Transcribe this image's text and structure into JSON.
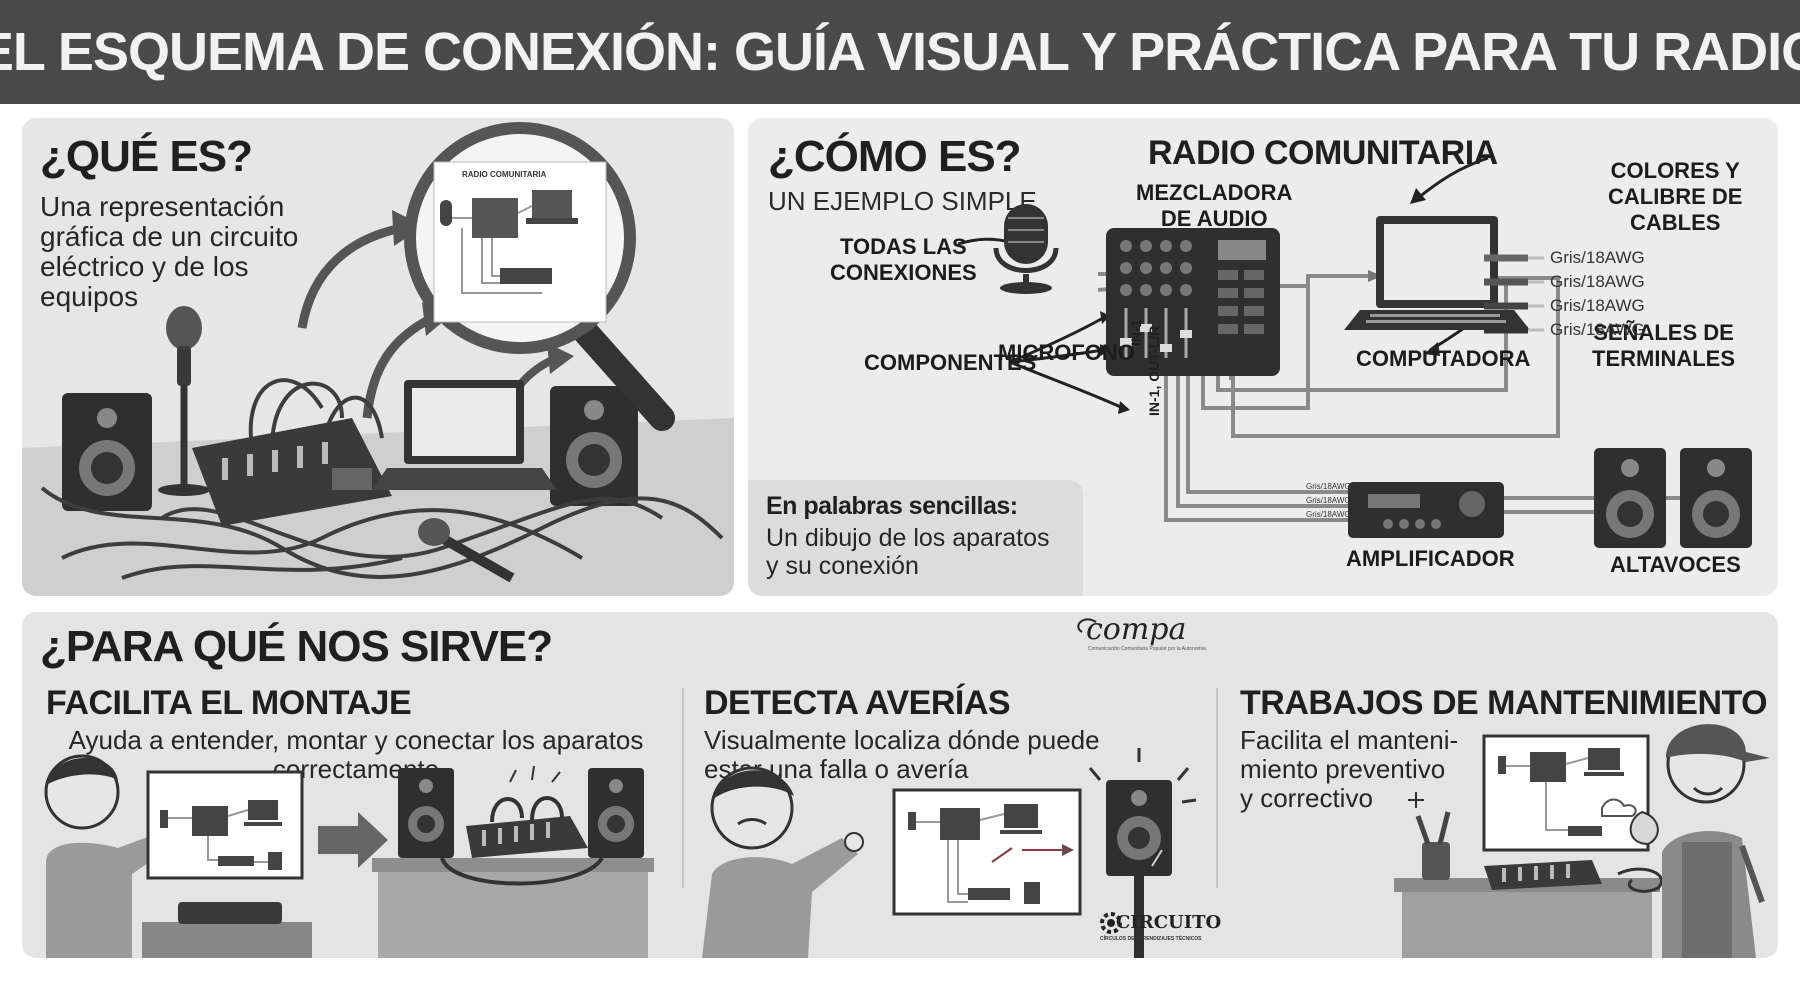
{
  "title": "EL ESQUEMA DE CONEXIÓN: GUÍA VISUAL Y PRÁCTICA PARA TU RADIO",
  "que_es": {
    "heading": "¿QUÉ ES?",
    "text": "Una representación gráfica de un circuito eléctrico y de los equipos",
    "magnifier_label": "RADIO COMUNITARIA"
  },
  "como_es": {
    "heading": "¿CÓMO ES?",
    "subheading": "UN EJEMPLO SIMPLE",
    "diagram_title": "RADIO COMUNITARIA",
    "labels": {
      "todas": "TODAS LAS\nCONEXIONES",
      "microfono": "MICROFONO",
      "mezcladora": "MEZCLADORA\nDE AUDIO",
      "computadora": "COMPUTADORA",
      "componentes": "COMPONENTES",
      "colores": "COLORES Y\nCALIBRE DE\nCABLES",
      "senales": "SEÑALES DE\nTERMINALES",
      "amplificador": "AMPLIFICADOR",
      "altavoces": "ALTAVOCES",
      "ports_a": "IN-1",
      "ports_b": "IN-1, OUT-L/R"
    },
    "cable_legend": [
      "Gris/18AWG",
      "Gris/18AWG",
      "Gris/18AWG",
      "Gris/18AWG"
    ],
    "amp_cable_labels": [
      "Gris/18AWG",
      "Gris/18AWG",
      "Gris/18AWG"
    ],
    "palabras": {
      "heading": "En palabras sencillas:",
      "text": "Un dibujo de los aparatos\ny su conexión"
    }
  },
  "para_que": {
    "heading": "¿PARA QUÉ NOS SIRVE?",
    "logo": "compa",
    "logo_sub": "Comunicación Comunitaria Popular por la Autonomía",
    "columns": [
      {
        "title": "FACILITA EL MONTAJE",
        "text": "Ayuda a entender, montar y conectar los aparatos\ncorrectamente"
      },
      {
        "title": "DETECTA AVERÍAS",
        "text": "Visualmente localiza dónde puede\nestar una falla o avería"
      },
      {
        "title": "TRABAJOS DE MANTENIMIENTO",
        "text": "Facilita el manteni-\nmiento preventivo\ny correctivo"
      }
    ],
    "circuito_logo": "CIRCUITO",
    "circuito_sub": "CÍRCULOS DE APRENDIZAJES TÉCNICOS"
  },
  "colors": {
    "banner": "#4a4a4a",
    "panel": "#e6e6e6",
    "device": "#3a3a3a",
    "cable": "#8a8a8a"
  }
}
